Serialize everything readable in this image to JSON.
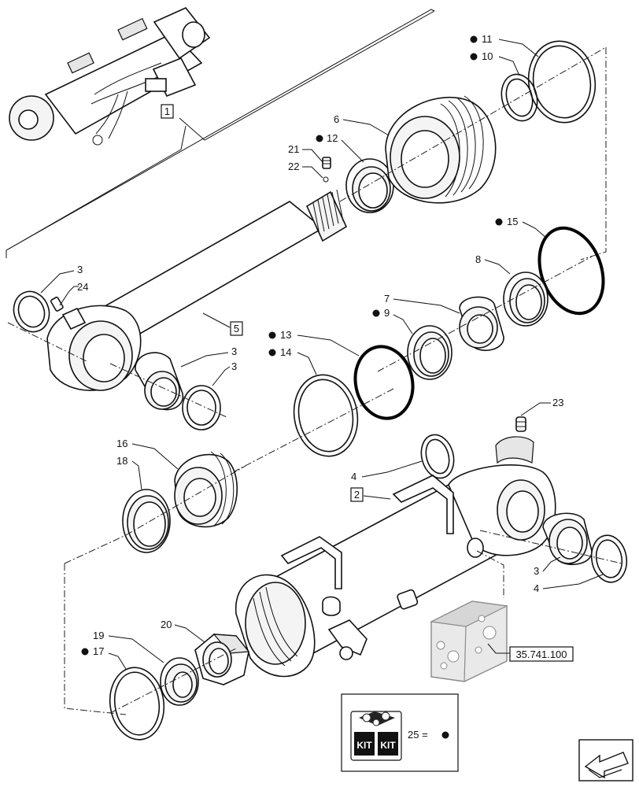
{
  "labels": {
    "l1": "1",
    "l2": "2",
    "l3a": "3",
    "l3b": "3",
    "l3c": "3",
    "l3d": "3",
    "l4a": "4",
    "l4b": "4",
    "l5": "5",
    "l6": "6",
    "l7": "7",
    "l8": "8",
    "l9": "9",
    "l10": "10",
    "l11": "11",
    "l12": "12",
    "l13": "13",
    "l14": "14",
    "l15": "15",
    "l16": "16",
    "l17": "17",
    "l18": "18",
    "l19": "19",
    "l20": "20",
    "l21": "21",
    "l22": "22",
    "l23": "23",
    "l24": "24"
  },
  "reference": "35.741.100",
  "kit": {
    "word1": "KIT",
    "word2": "KIT",
    "legend": "25 ="
  },
  "icons": {
    "bullet": "bullet-dot-icon",
    "nav": "back-arrow-icon"
  }
}
